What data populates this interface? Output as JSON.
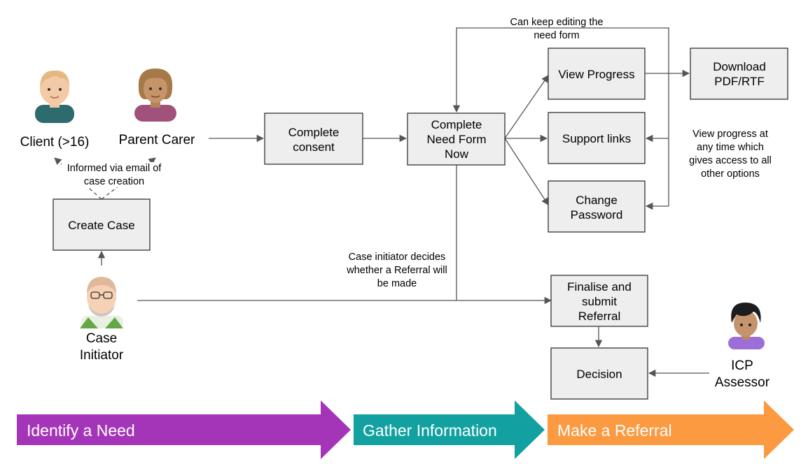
{
  "actors": {
    "client": "Client (>16)",
    "parent_carer": "Parent Carer",
    "case_initiator": [
      "Case",
      "Initiator"
    ],
    "icp_assessor": [
      "ICP",
      "Assessor"
    ]
  },
  "boxes": {
    "create_case": [
      "Create Case"
    ],
    "complete_consent": [
      "Complete",
      "consent"
    ],
    "complete_need_form": [
      "Complete",
      "Need Form",
      "Now"
    ],
    "view_progress": [
      "View Progress"
    ],
    "download": [
      "Download",
      "PDF/RTF"
    ],
    "support_links": [
      "Support links"
    ],
    "change_password": [
      "Change",
      "Password"
    ],
    "finalise_referral": [
      "Finalise and",
      "submit",
      "Referral"
    ],
    "decision": [
      "Decision"
    ]
  },
  "notes": {
    "informed_email": [
      "Informed via email of",
      "case creation"
    ],
    "keep_editing": [
      "Can keep editing the",
      "need form"
    ],
    "view_progress_any_time": [
      "View progress at",
      "any time which",
      "gives access to all",
      "other options"
    ],
    "initiator_decides": [
      "Case initiator decides",
      "whether a Referral will",
      "be made"
    ]
  },
  "stages": [
    {
      "label": "Identify a Need",
      "color": "#a535b8"
    },
    {
      "label": "Gather Information",
      "color": "#12a1a0"
    },
    {
      "label": "Make a Referral",
      "color": "#fb9a40"
    }
  ]
}
